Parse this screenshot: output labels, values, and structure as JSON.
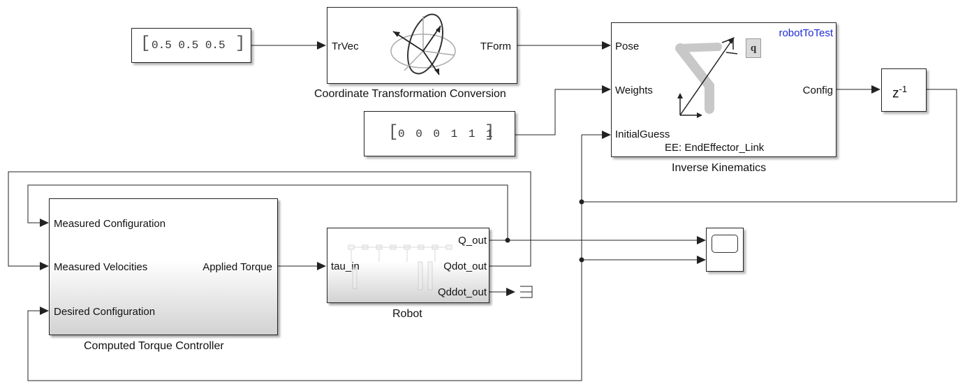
{
  "constants": {
    "trvec_value": "0.5 0.5 0.5",
    "weights_value": "0 0 0 1 1 1"
  },
  "coord_transform": {
    "input_port": "TrVec",
    "output_port": "TForm",
    "caption": "Coordinate Transformation Conversion"
  },
  "inverse_kinematics": {
    "rigid_body_tree": "robotToTest",
    "inputs": [
      "Pose",
      "Weights",
      "InitialGuess"
    ],
    "output": "Config",
    "end_effector": "EE: EndEffector_Link",
    "q_symbol": "q",
    "caption": "Inverse Kinematics"
  },
  "unit_delay": {
    "symbol": "z",
    "exponent": "-1"
  },
  "controller": {
    "inputs": [
      "Measured Configuration",
      "Measured Velocities",
      "Desired Configuration"
    ],
    "output": "Applied Torque",
    "caption": "Computed Torque Controller"
  },
  "robot": {
    "input": "tau_in",
    "outputs": [
      "Q_out",
      "Qdot_out",
      "Qddot_out"
    ],
    "caption": "Robot"
  },
  "colors": {
    "line": "#222222",
    "label_blue": "#1f2bd6"
  }
}
